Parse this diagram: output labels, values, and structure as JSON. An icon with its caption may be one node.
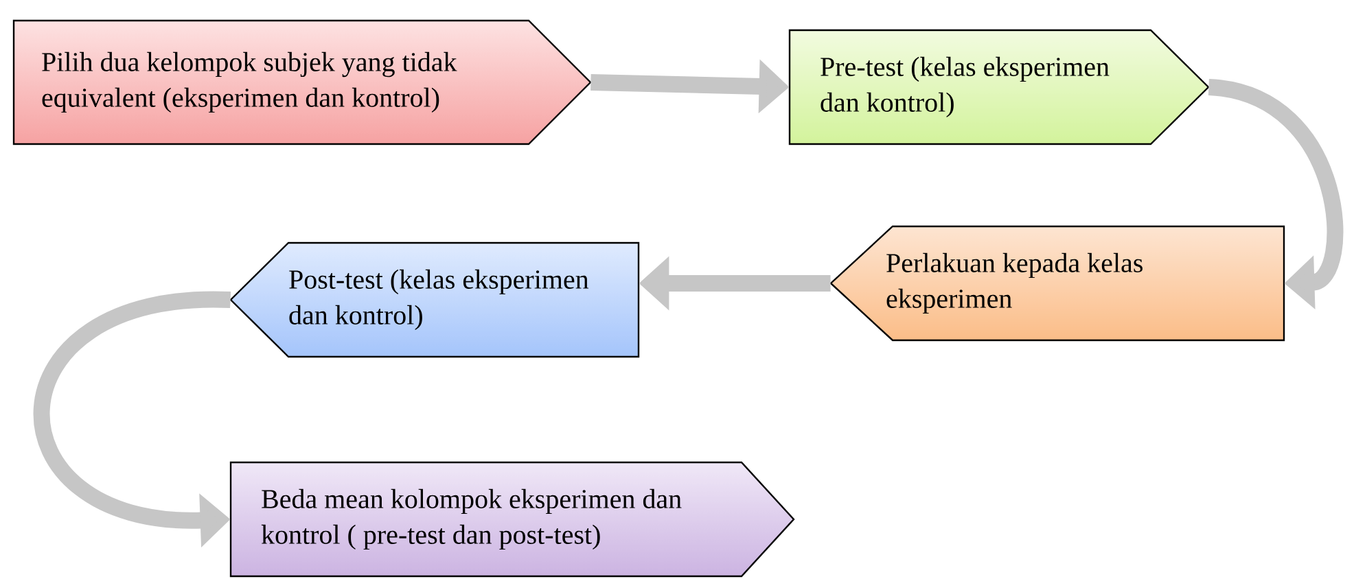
{
  "diagram": {
    "nodes": [
      {
        "text": [
          "Pilih dua kelompok subjek yang tidak equivalent (eksperimen dan kontrol)"
        ]
      },
      {
        "text": [
          "Pre-test (kelas eksperimen dan kontrol)"
        ]
      },
      {
        "text": [
          "Perlakuan kepada kelas eksperimen"
        ]
      },
      {
        "text": [
          "Post-test (kelas eksperimen dan kontrol)"
        ]
      },
      {
        "text": [
          "Beda mean kolompok eksperimen dan kontrol ( pre-test dan post-test)"
        ]
      }
    ],
    "edges": [
      {
        "from": 0,
        "to": 1,
        "arrow": "to"
      },
      {
        "from": 1,
        "to": 2,
        "arrow": "to"
      },
      {
        "from": 2,
        "to": 3,
        "arrow": "to"
      },
      {
        "from": 3,
        "to": 4,
        "arrow": "to"
      }
    ]
  }
}
